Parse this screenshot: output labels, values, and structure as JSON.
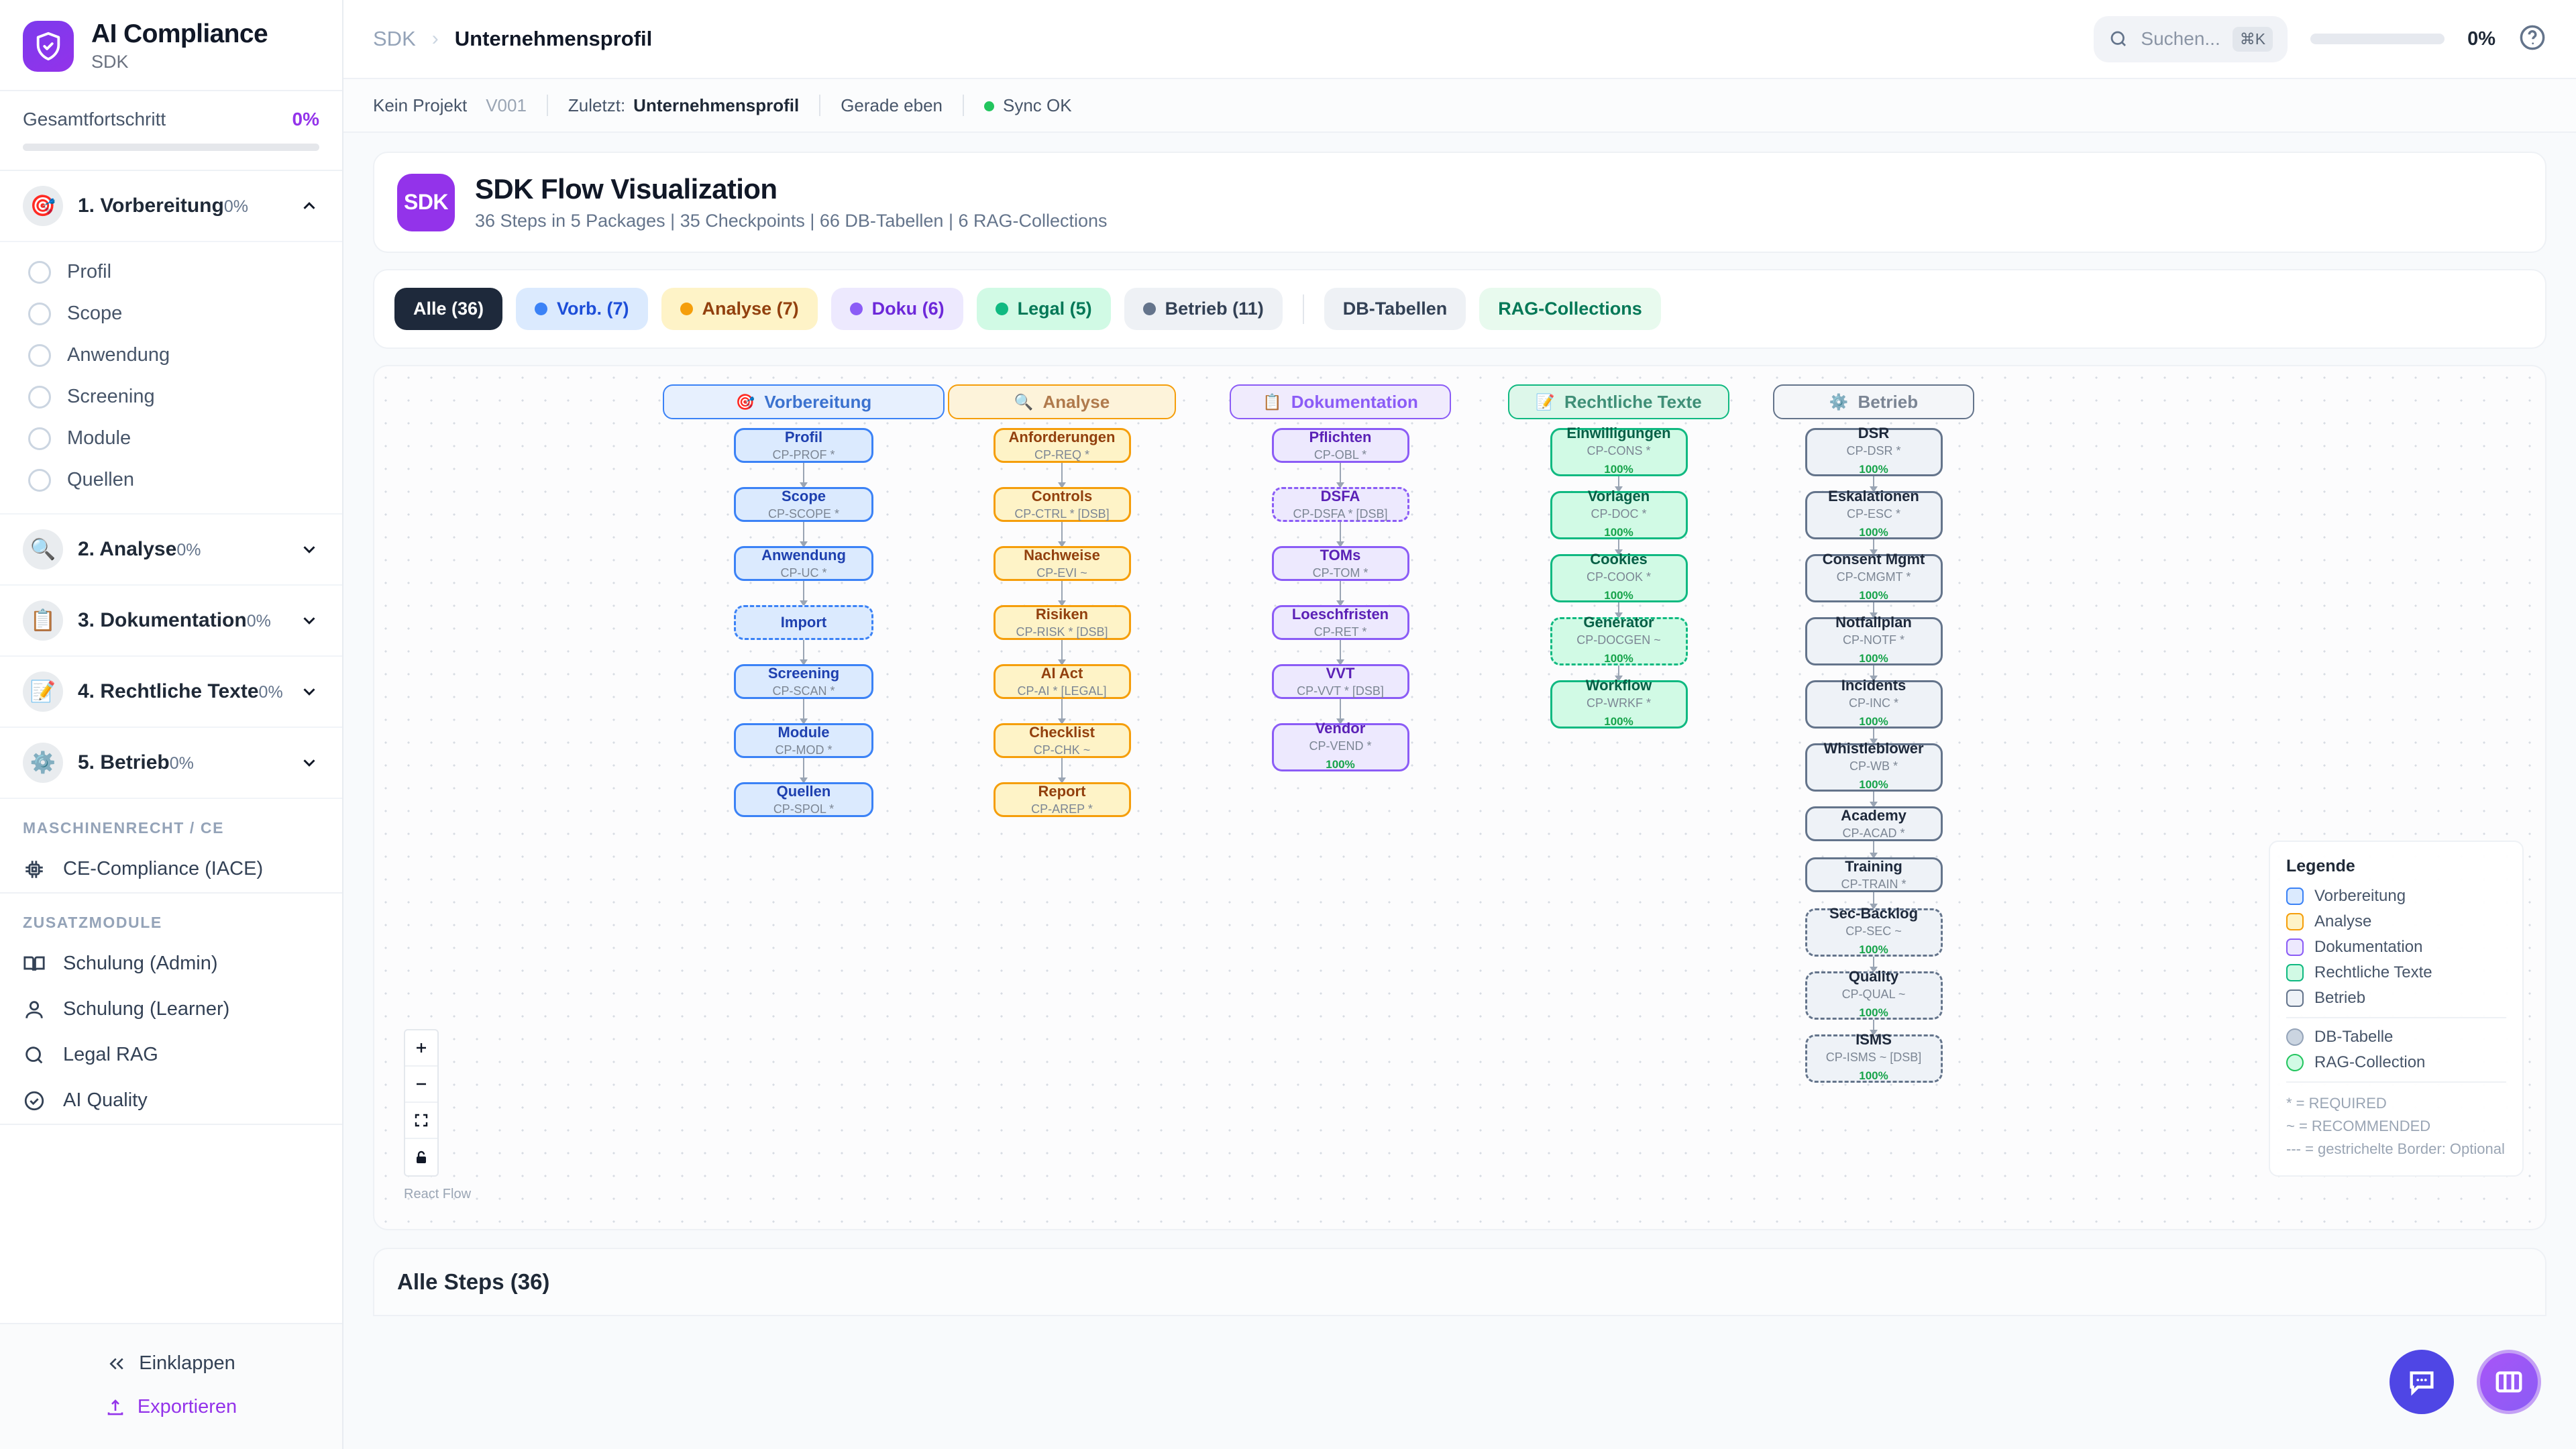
{
  "sidebar": {
    "brand": {
      "title": "AI Compliance",
      "subtitle": "SDK",
      "icon": "shield-check-icon"
    },
    "overall": {
      "label": "Gesamtfortschritt",
      "value": "0%",
      "progress": 0
    },
    "phases": [
      {
        "name": "1. Vorbereitung",
        "pct": "0%",
        "icon": "🎯",
        "expanded": true,
        "children": [
          "Profil",
          "Scope",
          "Anwendung",
          "Screening",
          "Module",
          "Quellen"
        ]
      },
      {
        "name": "2. Analyse",
        "pct": "0%",
        "icon": "🔍",
        "expanded": false,
        "children": []
      },
      {
        "name": "3. Dokumentation",
        "pct": "0%",
        "icon": "📋",
        "expanded": false,
        "children": []
      },
      {
        "name": "4. Rechtliche Texte",
        "pct": "0%",
        "icon": "📝",
        "expanded": false,
        "children": []
      },
      {
        "name": "5. Betrieb",
        "pct": "0%",
        "icon": "⚙️",
        "expanded": false,
        "children": []
      }
    ],
    "section_machine": {
      "header": "MASCHINENRECHT / CE",
      "items": [
        {
          "label": "CE-Compliance (IACE)",
          "icon": "chip-icon"
        }
      ]
    },
    "section_modules": {
      "header": "ZUSATZMODULE",
      "items": [
        {
          "label": "Schulung (Admin)",
          "icon": "book-icon"
        },
        {
          "label": "Schulung (Learner)",
          "icon": "user-icon"
        },
        {
          "label": "Legal RAG",
          "icon": "search-icon"
        },
        {
          "label": "AI Quality",
          "icon": "check-circle-icon"
        }
      ]
    },
    "footer": {
      "collapse": "Einklappen",
      "export": "Exportieren"
    }
  },
  "topbar": {
    "breadcrumb_root": "SDK",
    "breadcrumb_current": "Unternehmensprofil",
    "search": {
      "placeholder": "Suchen...",
      "shortcut": "⌘K"
    },
    "progress": {
      "value": "0%"
    },
    "help": "help-icon"
  },
  "metabar": {
    "project": "Kein Projekt",
    "version": "V001",
    "last_label": "Zuletzt:",
    "last_value": "Unternehmensprofil",
    "time": "Gerade eben",
    "sync": "Sync OK"
  },
  "flow_header": {
    "badge": "SDK",
    "title": "SDK Flow Visualization",
    "subtitle": "36 Steps in 5 Packages | 35 Checkpoints | 66 DB-Tabellen | 6 RAG-Collections"
  },
  "chips": [
    {
      "label": "Alle (36)",
      "active": true
    },
    {
      "label": "Vorb. (7)",
      "dot": "#3b82f6",
      "bg": "#dbeafe",
      "fg": "#1d4ed8"
    },
    {
      "label": "Analyse (7)",
      "dot": "#f59e0b",
      "bg": "#fef3c7",
      "fg": "#92400e"
    },
    {
      "label": "Doku (6)",
      "dot": "#8b5cf6",
      "bg": "#ede9fe",
      "fg": "#6d28d9"
    },
    {
      "label": "Legal (5)",
      "dot": "#10b981",
      "bg": "#d1fae5",
      "fg": "#047857"
    },
    {
      "label": "Betrieb (11)",
      "dot": "#64748b",
      "bg": "#eef1f5",
      "fg": "#334155"
    },
    {
      "label": "DB-Tabellen",
      "bg": "#eef1f5",
      "fg": "#334155",
      "sep_before": true
    },
    {
      "label": "RAG-Collections",
      "bg": "#e8faee",
      "fg": "#047857"
    }
  ],
  "chart_data": {
    "type": "diagram-flow",
    "title": "SDK Flow Visualization",
    "lanes": [
      {
        "name": "Vorbereitung",
        "icon": "🎯",
        "color": {
          "border": "#3b82f6",
          "fill": "#dbeafe",
          "text": "#1e40af",
          "head_bg": "#e7f0fe",
          "head_fg": "#3b72cf"
        },
        "nodes": [
          {
            "title": "Profil",
            "code": "CP-PROF *",
            "dashed": false
          },
          {
            "title": "Scope",
            "code": "CP-SCOPE *",
            "dashed": false
          },
          {
            "title": "Anwendung",
            "code": "CP-UC *",
            "dashed": false
          },
          {
            "title": "Import",
            "code": "",
            "dashed": true
          },
          {
            "title": "Screening",
            "code": "CP-SCAN *",
            "dashed": false
          },
          {
            "title": "Module",
            "code": "CP-MOD *",
            "dashed": false
          },
          {
            "title": "Quellen",
            "code": "CP-SPOL *",
            "dashed": false
          }
        ]
      },
      {
        "name": "Analyse",
        "icon": "🔍",
        "color": {
          "border": "#f59e0b",
          "fill": "#fef3c7",
          "text": "#92400e",
          "head_bg": "#fdf3da",
          "head_fg": "#b07a4c"
        },
        "nodes": [
          {
            "title": "Anforderungen",
            "code": "CP-REQ *",
            "dashed": false
          },
          {
            "title": "Controls",
            "code": "CP-CTRL * [DSB]",
            "dashed": false
          },
          {
            "title": "Nachweise",
            "code": "CP-EVI ~",
            "dashed": false
          },
          {
            "title": "Risiken",
            "code": "CP-RISK * [DSB]",
            "dashed": false
          },
          {
            "title": "AI Act",
            "code": "CP-AI * [LEGAL]",
            "dashed": false
          },
          {
            "title": "Checklist",
            "code": "CP-CHK ~",
            "dashed": false
          },
          {
            "title": "Report",
            "code": "CP-AREP *",
            "dashed": false
          }
        ]
      },
      {
        "name": "Dokumentation",
        "icon": "📋",
        "color": {
          "border": "#8b5cf6",
          "fill": "#ede9fe",
          "text": "#5b21b6",
          "head_bg": "#f0ebfd",
          "head_fg": "#8b5cf6"
        },
        "nodes": [
          {
            "title": "Pflichten",
            "code": "CP-OBL *",
            "dashed": false
          },
          {
            "title": "DSFA",
            "code": "CP-DSFA * [DSB]",
            "dashed": true
          },
          {
            "title": "TOMs",
            "code": "CP-TOM *",
            "dashed": false
          },
          {
            "title": "Loeschfristen",
            "code": "CP-RET *",
            "dashed": false
          },
          {
            "title": "VVT",
            "code": "CP-VVT * [DSB]",
            "dashed": false
          },
          {
            "title": "Vendor",
            "code": "CP-VEND *",
            "dashed": false,
            "pct": "100%"
          }
        ]
      },
      {
        "name": "Rechtliche Texte",
        "icon": "📝",
        "color": {
          "border": "#10b981",
          "fill": "#d1fae5",
          "text": "#065f46",
          "head_bg": "#ddf7ea",
          "head_fg": "#3f8f77"
        },
        "nodes": [
          {
            "title": "Einwilligungen",
            "code": "CP-CONS *",
            "dashed": false,
            "pct": "100%"
          },
          {
            "title": "Vorlagen",
            "code": "CP-DOC *",
            "dashed": false,
            "pct": "100%"
          },
          {
            "title": "Cookies",
            "code": "CP-COOK *",
            "dashed": false,
            "pct": "100%"
          },
          {
            "title": "Generator",
            "code": "CP-DOCGEN ~",
            "dashed": true,
            "pct": "100%"
          },
          {
            "title": "Workflow",
            "code": "CP-WRKF *",
            "dashed": false,
            "pct": "100%"
          }
        ]
      },
      {
        "name": "Betrieb",
        "icon": "⚙️",
        "color": {
          "border": "#64748b",
          "fill": "#eef2f7",
          "text": "#1e293b",
          "head_bg": "#f4f6f9",
          "head_fg": "#7b8594"
        },
        "nodes": [
          {
            "title": "DSR",
            "code": "CP-DSR *",
            "dashed": false,
            "pct": "100%"
          },
          {
            "title": "Eskalationen",
            "code": "CP-ESC *",
            "dashed": false,
            "pct": "100%"
          },
          {
            "title": "Consent Mgmt",
            "code": "CP-CMGMT *",
            "dashed": false,
            "pct": "100%"
          },
          {
            "title": "Notfallplan",
            "code": "CP-NOTF *",
            "dashed": false,
            "pct": "100%"
          },
          {
            "title": "Incidents",
            "code": "CP-INC *",
            "dashed": false,
            "pct": "100%"
          },
          {
            "title": "Whistleblower",
            "code": "CP-WB *",
            "dashed": false,
            "pct": "100%"
          },
          {
            "title": "Academy",
            "code": "CP-ACAD *",
            "dashed": false
          },
          {
            "title": "Training",
            "code": "CP-TRAIN *",
            "dashed": false
          },
          {
            "title": "Sec-Backlog",
            "code": "CP-SEC ~",
            "dashed": true,
            "pct": "100%"
          },
          {
            "title": "Quality",
            "code": "CP-QUAL ~",
            "dashed": true,
            "pct": "100%"
          },
          {
            "title": "ISMS",
            "code": "CP-ISMS ~ [DSB]",
            "dashed": true,
            "pct": "100%"
          }
        ]
      }
    ]
  },
  "legend": {
    "title": "Legende",
    "items": [
      {
        "label": "Vorbereitung",
        "border": "#3b82f6",
        "fill": "#dbeafe"
      },
      {
        "label": "Analyse",
        "border": "#f59e0b",
        "fill": "#fef3c7"
      },
      {
        "label": "Dokumentation",
        "border": "#8b5cf6",
        "fill": "#ede9fe"
      },
      {
        "label": "Rechtliche Texte",
        "border": "#10b981",
        "fill": "#d1fae5"
      },
      {
        "label": "Betrieb",
        "border": "#64748b",
        "fill": "#eef2f7"
      }
    ],
    "shapes": [
      {
        "label": "DB-Tabelle",
        "border": "#94a3b8",
        "fill": "#cbd5e1"
      },
      {
        "label": "RAG-Collection",
        "border": "#22c55e",
        "fill": "#d1fae5"
      }
    ],
    "notes": [
      "* = REQUIRED",
      "~ = RECOMMENDED",
      "--- = gestrichelte Border: Optional"
    ]
  },
  "zoom_controls": [
    "zoom-in-icon",
    "zoom-out-icon",
    "fit-view-icon",
    "lock-icon"
  ],
  "attribution": "React Flow",
  "steps_section": {
    "title": "Alle Steps (36)"
  },
  "fabs": [
    {
      "name": "chat-fab",
      "icon": "chat-icon"
    },
    {
      "name": "panel-fab",
      "icon": "columns-icon"
    }
  ]
}
